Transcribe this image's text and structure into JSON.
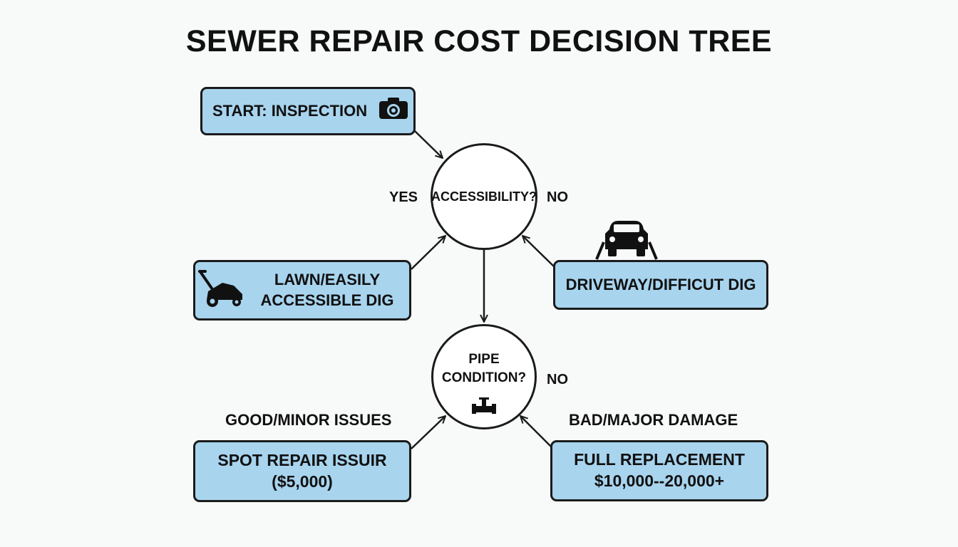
{
  "title": "SEWER REPAIR COST DECISION TREE",
  "nodes": {
    "start": {
      "label": "START: INSPECTION",
      "icon": "camera-icon"
    },
    "accessibility": {
      "label": "ACCESSIBILITY?"
    },
    "lawn": {
      "line1": "LAWN/EASILY",
      "line2": "ACCESSIBLE DIG",
      "icon": "lawn-mower-icon"
    },
    "driveway": {
      "label": "DRIVEWAY/DIFFICUT DIG",
      "icon": "car-icon"
    },
    "pipe": {
      "line1": "PIPE",
      "line2": "CONDITION?",
      "icon": "pipe-icon"
    },
    "spot": {
      "line1": "SPOT REPAIR ISSUIR",
      "line2": "($5,000)"
    },
    "full": {
      "line1": "FULL REPLACEMENT",
      "line2": "$10,000--20,000+"
    }
  },
  "edge_labels": {
    "accessibility_yes": "YES",
    "accessibility_no": "NO",
    "pipe_no": "NO",
    "pipe_good": "GOOD/MINOR ISSUES",
    "pipe_bad": "BAD/MAJOR DAMAGE"
  },
  "colors": {
    "box_fill": "#a8d4ee",
    "stroke": "#1b1b1b",
    "background": "#f8f9f9"
  }
}
